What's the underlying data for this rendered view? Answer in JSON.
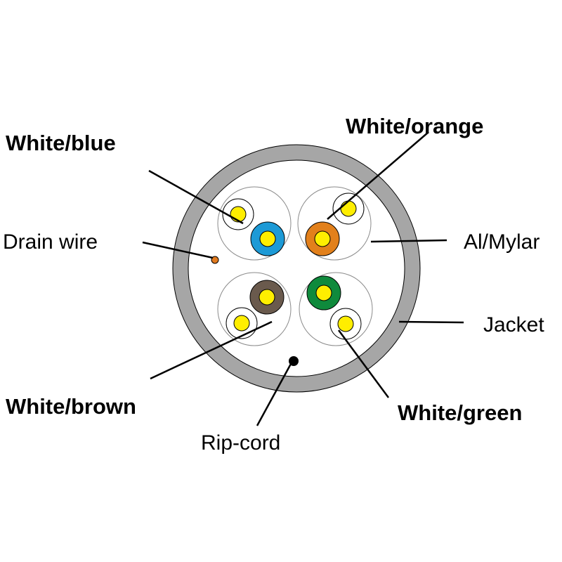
{
  "labels": {
    "white_blue": "White/blue",
    "white_orange": "White/orange",
    "drain_wire": "Drain wire",
    "al_mylar": "Al/Mylar",
    "jacket": "Jacket",
    "white_brown": "White/brown",
    "white_green": "White/green",
    "rip_cord": "Rip-cord"
  },
  "colors": {
    "jacket": "#a6a6a6",
    "conductor_core": "#ffee00",
    "blue": "#1d9ad6",
    "orange": "#e2801b",
    "brown": "#6a5a4d",
    "green": "#0f8a3c",
    "drain_wire": "#e07a1f",
    "rip_cord": "#000000"
  }
}
